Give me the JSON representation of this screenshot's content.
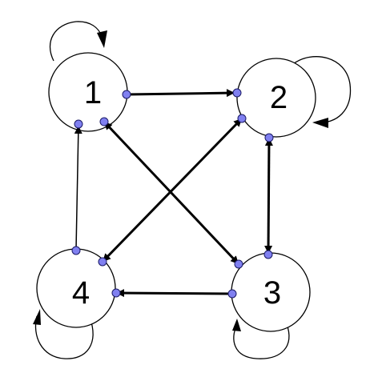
{
  "diagram": {
    "type": "directed-graph",
    "colors": {
      "stroke": "#000000",
      "node_fill": "#ffffff",
      "port_fill": "#8080f0",
      "port_stroke": "#1a1a66"
    },
    "nodes": [
      {
        "id": "1",
        "label": "1",
        "self_loop": true
      },
      {
        "id": "2",
        "label": "2",
        "self_loop": true
      },
      {
        "id": "3",
        "label": "3",
        "self_loop": true
      },
      {
        "id": "4",
        "label": "4",
        "self_loop": true
      }
    ],
    "edges": [
      {
        "from": "1",
        "to": "2",
        "direction": "forward"
      },
      {
        "from": "4",
        "to": "1",
        "direction": "forward"
      },
      {
        "from": "3",
        "to": "4",
        "direction": "forward"
      },
      {
        "from": "2",
        "to": "3",
        "direction": "both"
      },
      {
        "from": "1",
        "to": "3",
        "direction": "both"
      },
      {
        "from": "2",
        "to": "4",
        "direction": "both"
      }
    ]
  }
}
